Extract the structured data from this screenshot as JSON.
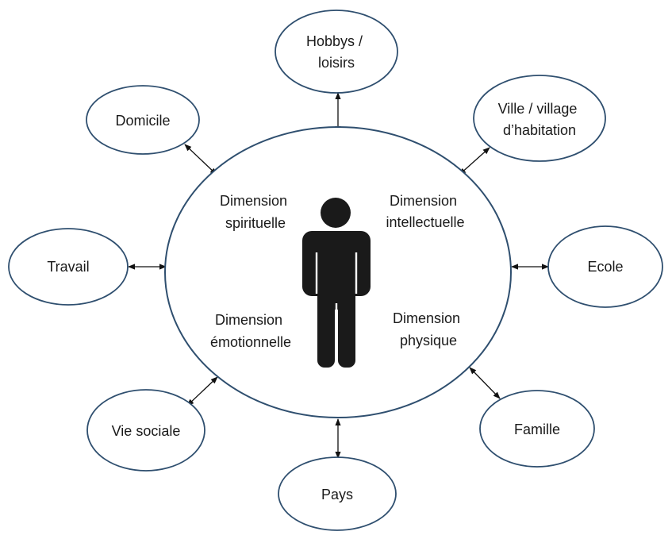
{
  "center": {
    "dimensions": {
      "spiritual": [
        "Dimension",
        "spirituelle"
      ],
      "intellectual": [
        "Dimension",
        "intellectuelle"
      ],
      "emotional": [
        "Dimension",
        "émotionnelle"
      ],
      "physical": [
        "Dimension",
        "physique"
      ]
    },
    "figure_icon": "person-icon"
  },
  "nodes": {
    "hobbies": [
      "Hobbys /",
      "loisirs"
    ],
    "town": [
      "Ville / village",
      "d’habitation"
    ],
    "home": [
      "Domicile"
    ],
    "work": [
      "Travail"
    ],
    "school": [
      "Ecole"
    ],
    "social": [
      "Vie sociale"
    ],
    "family": [
      "Famille"
    ],
    "country": [
      "Pays"
    ]
  },
  "colors": {
    "outline": "#2f4f6f",
    "figure": "#1a1a1a",
    "arrow": "#111111"
  }
}
